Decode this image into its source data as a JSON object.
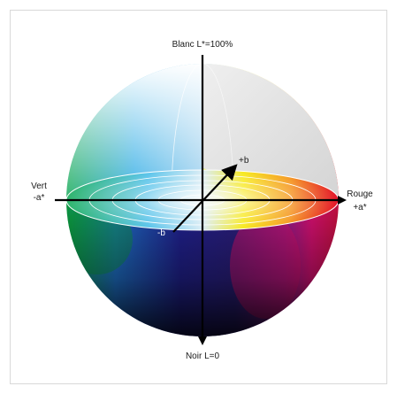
{
  "labels": {
    "white_axis": "Blanc L*=100%",
    "black_axis": "Noir L=0",
    "green_name": "Vert",
    "green_axis": "-a*",
    "red_name": "Rouge",
    "red_axis": "+a*",
    "yellow_axis": "+b",
    "blue_axis": "-b"
  },
  "colors": {
    "frame_border": "#d9d9d9",
    "axis": "#000000",
    "ring": "#ffffff",
    "cutaway": "#e2e2e2",
    "red": "#e0102a",
    "yellow": "#f7e81a",
    "green": "#10a04a",
    "blue": "#1f2f9a",
    "magenta": "#d0106e",
    "cyan": "#38a9e2"
  }
}
